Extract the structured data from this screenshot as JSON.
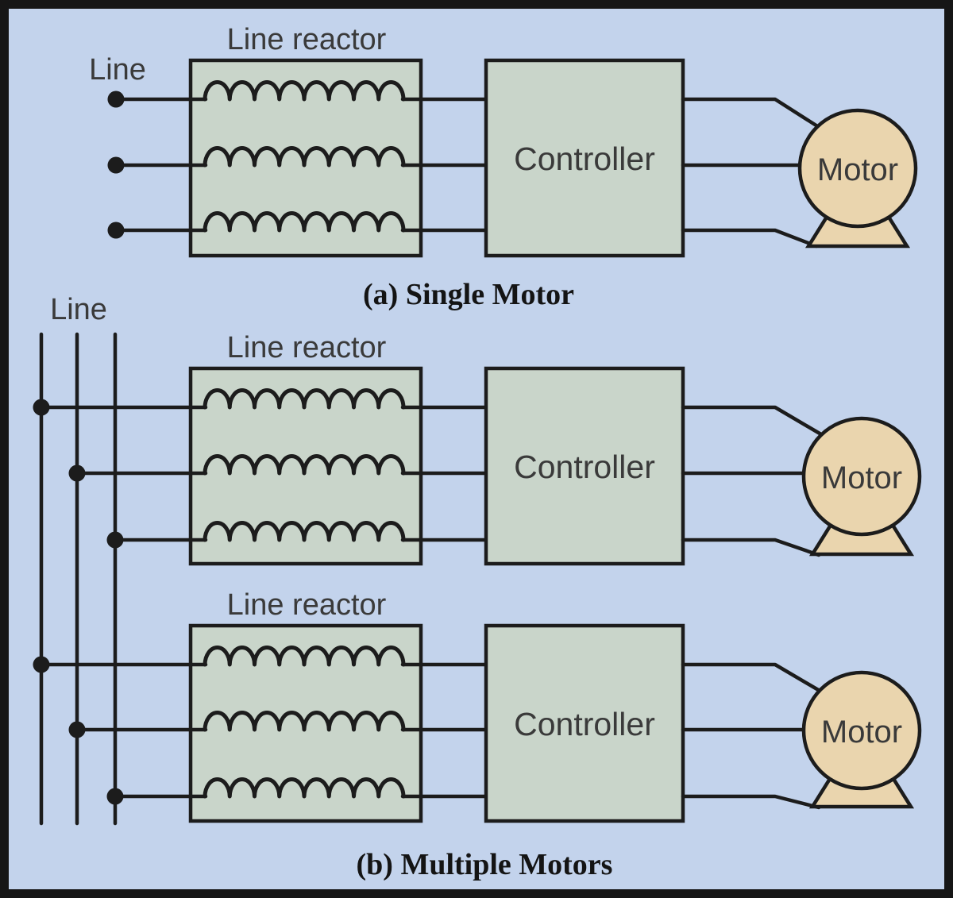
{
  "colors": {
    "background": "#c3d3ec",
    "frame": "#161616",
    "box_fill": "#c9d5ca",
    "motor_fill": "#ead5ae",
    "wire": "#1c1c1c",
    "dot": "#1c1c1c",
    "label_text": "#3a3a3a",
    "caption_text": "#141414"
  },
  "labels": {
    "line": "Line",
    "line_reactor": "Line reactor",
    "controller": "Controller",
    "motor": "Motor"
  },
  "sections": {
    "a": {
      "caption": "(a) Single Motor"
    },
    "b": {
      "caption": "(b) Multiple Motors"
    }
  }
}
